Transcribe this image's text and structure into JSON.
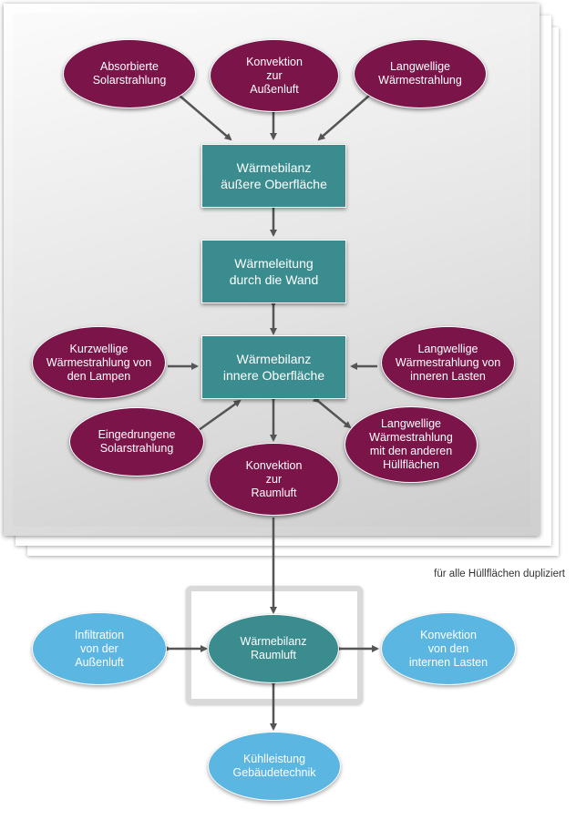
{
  "nodes": {
    "absorbierte_solarstrahlung": "Absorbierte\nSolarstrahlung",
    "konvektion_aussenluft": "Konvektion\nzur\nAußenluft",
    "langwellige_waermestrahlung": "Langwellige\nWärmestrahlung",
    "bilanz_aussen": "Wärmebilanz\näußere Oberfläche",
    "waermeleitung": "Wärmeleitung\ndurch die Wand",
    "bilanz_innen": "Wärmebilanz\ninnere Oberfläche",
    "kurzwellige_lampen": "Kurzwellige\nWärmestrahlung von\nden Lampen",
    "langwellige_lasten": "Langwellige\nWärmestrahlung von\ninneren Lasten",
    "eingedrungene_solar": "Eingedrungene\nSolarstrahlung",
    "langwellige_huellflaechen": "Langwellige\nWärmestrahlung\nmit den anderen\nHüllflächen",
    "konvektion_raumluft": "Konvektion\nzur\nRaumluft",
    "bilanz_raumluft": "Wärmebilanz\nRaumluft",
    "infiltration": "Infiltration\nvon der\nAußenluft",
    "konvektion_lasten": "Konvektion\nvon den\ninternen Lasten",
    "kuehlleistung": "Kühlleistung\nGebäudetechnik"
  },
  "caption": "für alle Hüllflächen dupliziert",
  "colors": {
    "dark": "#7b1448",
    "teal": "#3a8c8f",
    "blue": "#5cb6e2",
    "arrow": "#555555"
  }
}
